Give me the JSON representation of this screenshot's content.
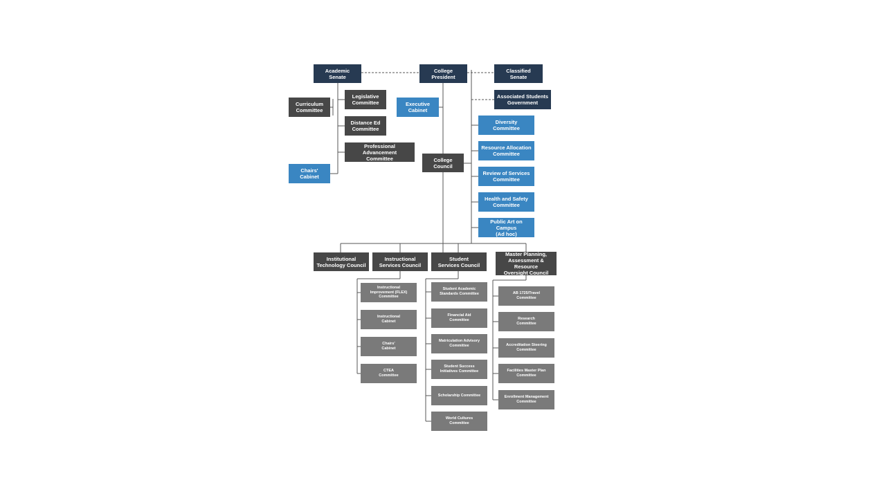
{
  "colors": {
    "navy": "#273a52",
    "dark": "#474747",
    "blue": "#3a86c2",
    "gray": "#7a7a7a",
    "line": "#555555"
  },
  "org_chart": {
    "top": {
      "academic_senate": "Academic\nSenate",
      "college_president": "College\nPresident",
      "classified_senate": "Classified\nSenate",
      "associated_students": "Associated Students\nGovernment",
      "executive_cabinet": "Executive\nCabinet",
      "college_council": "College\nCouncil"
    },
    "academic_senate_committees": {
      "curriculum": "Curriculum\nCommittee",
      "legislative": "Legislative\nCommittee",
      "distance_ed": "Distance Ed\nCommittee",
      "professional_advancement": "Professional Advancement\nCommittee",
      "chairs_cabinet": "Chairs'\nCabinet"
    },
    "college_council_committees": [
      "Diversity\nCommittee",
      "Resource Allocation\nCommittee",
      "Review of Services\nCommittee",
      "Health and Safety\nCommittee",
      "Public Art on Campus\n(Ad hoc)"
    ],
    "councils": {
      "institutional_technology": "Institutional\nTechnology Council",
      "instructional_services": "Instructional\nServices Council",
      "student_services": "Student\nServices Council",
      "master_planning": "Master Planning,\nAssessment & Resource\nOversight Council"
    },
    "instructional_services_committees": [
      "Instructional\nImprovement (FLEX)\nCommittee",
      "Instructional\nCabinet",
      "Chairs'\nCabinet",
      "CTEA\nCommittee"
    ],
    "student_services_committees": [
      "Student Academic\nStandards Committee",
      "Financial Aid\nCommittee",
      "Matriculation Advisory\nCommittee",
      "Student Success\nInitiatives Committee",
      "Scholarship Committee",
      "World Cultures\nCommittee"
    ],
    "master_planning_committees": [
      "AB 1725/Travel\nCommittee",
      "Research\nCommittee",
      "Accreditation Steering\nCommittee",
      "Facilities Master Plan\nCommittee",
      "Enrollment Management\nCommittee"
    ]
  }
}
